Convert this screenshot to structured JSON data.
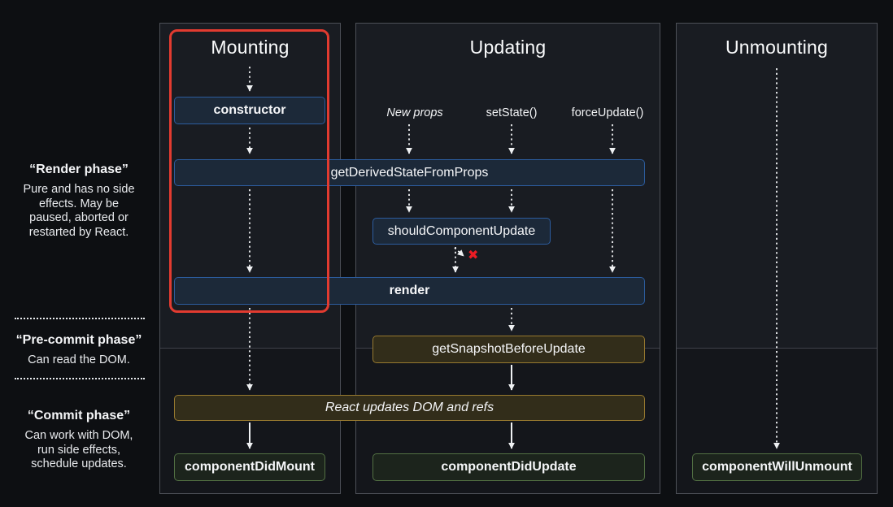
{
  "columns": [
    {
      "title": "Mounting"
    },
    {
      "title": "Updating"
    },
    {
      "title": "Unmounting"
    }
  ],
  "sidebar": {
    "phases": [
      {
        "heading": "“Render phase”",
        "lines": [
          "Pure and has no side",
          "effects. May be",
          "paused, aborted or",
          "restarted by React."
        ]
      },
      {
        "heading": "“Pre-commit phase”",
        "lines": [
          "Can read the DOM."
        ]
      },
      {
        "heading": "“Commit phase”",
        "lines": [
          "Can work with DOM,",
          "run side effects,",
          "schedule updates."
        ]
      }
    ]
  },
  "triggers": {
    "new_props": "New props",
    "set_state": "setState()",
    "force_update": "forceUpdate()"
  },
  "boxes": {
    "constructor": "constructor",
    "get_derived": "getDerivedStateFromProps",
    "should_update": "shouldComponentUpdate",
    "render": "render",
    "get_snapshot": "getSnapshotBeforeUpdate",
    "react_updates": "React updates DOM and refs",
    "did_mount": "componentDidMount",
    "did_update": "componentDidUpdate",
    "will_unmount": "componentWillUnmount"
  },
  "icons": {
    "no_update_x_icon": "✖"
  },
  "colors": {
    "background": "#0d0f12",
    "column_bg_top": "#191c22",
    "column_bg_bottom": "#14161b",
    "column_border": "#4d5057",
    "box_blue_bg": "#1c2939",
    "box_blue_border": "#2c5c9e",
    "box_gold_bg": "#322d1a",
    "box_gold_border": "#97792f",
    "box_green_bg": "#1c241c",
    "box_green_border": "#527043",
    "highlight_red": "#e23b30",
    "x_red": "#ed1c24",
    "arrow": "#eff1f3"
  }
}
